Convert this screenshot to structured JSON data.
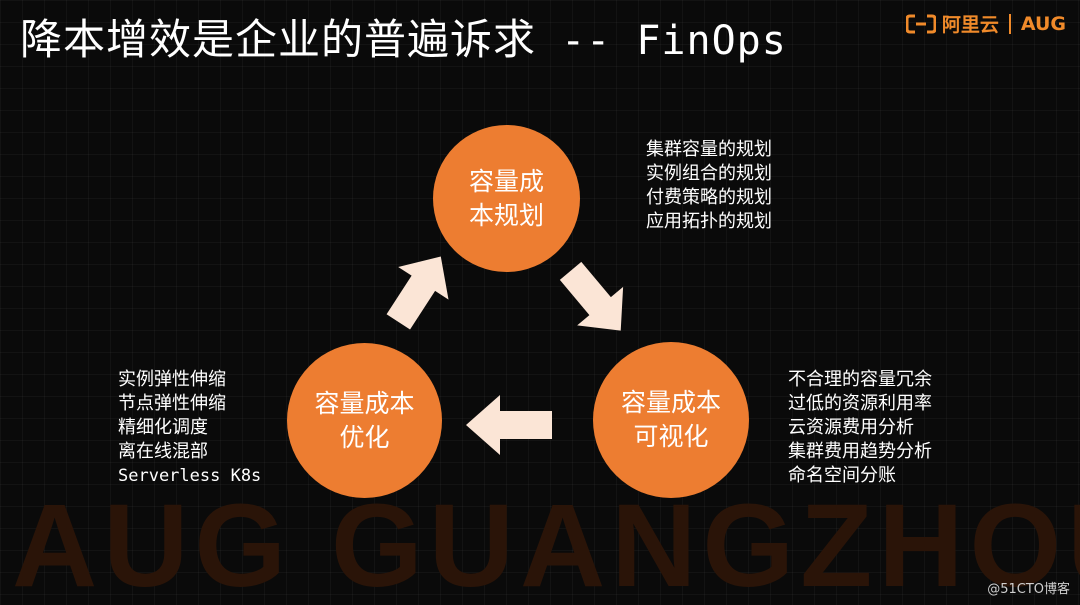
{
  "title": {
    "main": "降本增效是企业的普遍诉求",
    "suffix": " -- FinOps"
  },
  "logo": {
    "icon": "alibaba-cloud-logo",
    "brand": "阿里云",
    "tag": "AUG"
  },
  "circles": {
    "plan": {
      "line1": "容量成",
      "line2": "本规划"
    },
    "visual": {
      "line1": "容量成本",
      "line2": "可视化"
    },
    "optimize": {
      "line1": "容量成本",
      "line2": "优化"
    }
  },
  "notes": {
    "plan": [
      "集群容量的规划",
      "实例组合的规划",
      "付费策略的规划",
      "应用拓扑的规划"
    ],
    "visual": [
      "不合理的容量冗余",
      "过低的资源利用率",
      "云资源费用分析",
      "集群费用趋势分析",
      "命名空间分账"
    ],
    "optimize": [
      "实例弹性伸缩",
      "节点弹性伸缩",
      "精细化调度",
      "离在线混部",
      "Serverless K8s"
    ]
  },
  "watermark": "AUG GUANGZHOU",
  "credit": "@51CTO博客",
  "colors": {
    "accent": "#ed7d31",
    "arrow": "#fbe5d6",
    "background": "#0a0a0a"
  }
}
